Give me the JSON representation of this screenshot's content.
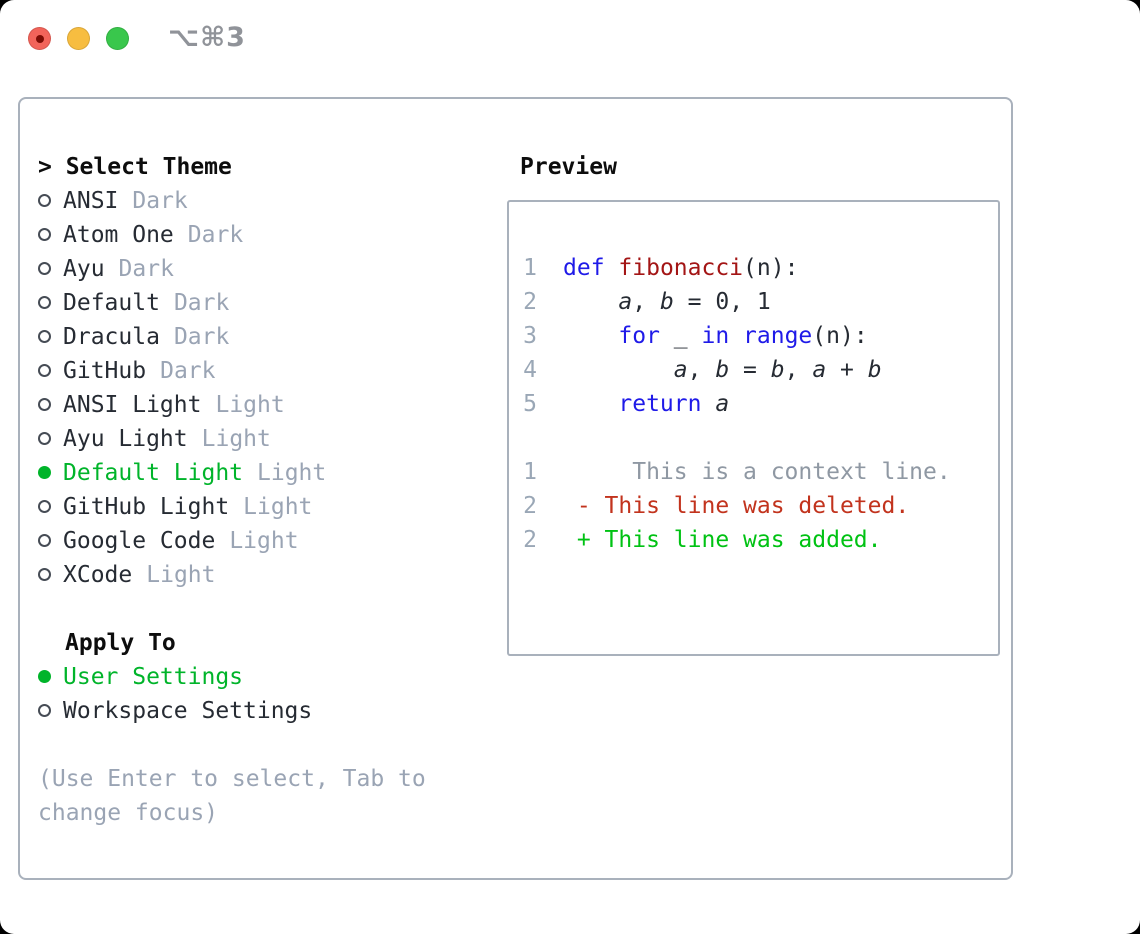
{
  "window": {
    "title": "⌥⌘3",
    "traffic_lights": [
      "close",
      "minimize",
      "zoom"
    ]
  },
  "theme_list": {
    "cursor": "> ",
    "header": "Select Theme",
    "items": [
      {
        "name": "ANSI",
        "tag": "Dark",
        "selected": false
      },
      {
        "name": "Atom One",
        "tag": "Dark",
        "selected": false
      },
      {
        "name": "Ayu",
        "tag": "Dark",
        "selected": false
      },
      {
        "name": "Default",
        "tag": "Dark",
        "selected": false
      },
      {
        "name": "Dracula",
        "tag": "Dark",
        "selected": false
      },
      {
        "name": "GitHub",
        "tag": "Dark",
        "selected": false
      },
      {
        "name": "ANSI Light",
        "tag": "Light",
        "selected": false
      },
      {
        "name": "Ayu Light",
        "tag": "Light",
        "selected": false
      },
      {
        "name": "Default Light",
        "tag": "Light",
        "selected": true
      },
      {
        "name": "GitHub Light",
        "tag": "Light",
        "selected": false
      },
      {
        "name": "Google Code",
        "tag": "Light",
        "selected": false
      },
      {
        "name": "XCode",
        "tag": "Light",
        "selected": false
      }
    ]
  },
  "apply_to": {
    "header": "Apply To",
    "items": [
      {
        "name": "User Settings",
        "selected": true
      },
      {
        "name": "Workspace Settings",
        "selected": false
      }
    ]
  },
  "hint": "(Use Enter to select, Tab to change focus)",
  "preview": {
    "header": "Preview",
    "code_lines": [
      {
        "num": "1",
        "segments": [
          {
            "text": "def",
            "style": "keyword"
          },
          {
            "text": " ",
            "style": "plain"
          },
          {
            "text": "fibonacci",
            "style": "function"
          },
          {
            "text": "(n):",
            "style": "plain"
          }
        ]
      },
      {
        "num": "2",
        "segments": [
          {
            "text": "    ",
            "style": "plain"
          },
          {
            "text": "a",
            "style": "variable"
          },
          {
            "text": ", ",
            "style": "plain"
          },
          {
            "text": "b",
            "style": "variable"
          },
          {
            "text": " = 0, 1",
            "style": "plain"
          }
        ]
      },
      {
        "num": "3",
        "segments": [
          {
            "text": "    ",
            "style": "plain"
          },
          {
            "text": "for",
            "style": "keyword"
          },
          {
            "text": " _ ",
            "style": "plain"
          },
          {
            "text": "in",
            "style": "keyword"
          },
          {
            "text": " ",
            "style": "plain"
          },
          {
            "text": "range",
            "style": "keyword"
          },
          {
            "text": "(n):",
            "style": "plain"
          }
        ]
      },
      {
        "num": "4",
        "segments": [
          {
            "text": "        ",
            "style": "plain"
          },
          {
            "text": "a",
            "style": "variable"
          },
          {
            "text": ", ",
            "style": "plain"
          },
          {
            "text": "b",
            "style": "variable"
          },
          {
            "text": " = ",
            "style": "plain"
          },
          {
            "text": "b",
            "style": "variable"
          },
          {
            "text": ", ",
            "style": "plain"
          },
          {
            "text": "a",
            "style": "variable"
          },
          {
            "text": " + ",
            "style": "plain"
          },
          {
            "text": "b",
            "style": "variable"
          }
        ]
      },
      {
        "num": "5",
        "segments": [
          {
            "text": "    ",
            "style": "plain"
          },
          {
            "text": "return",
            "style": "keyword"
          },
          {
            "text": " ",
            "style": "plain"
          },
          {
            "text": "a",
            "style": "variable"
          }
        ]
      }
    ],
    "diff_lines": [
      {
        "num": "1",
        "text": "     This is a context line.",
        "type": "context"
      },
      {
        "num": "2",
        "text": " - This line was deleted.",
        "type": "deleted"
      },
      {
        "num": "2",
        "text": " + This line was added.",
        "type": "added"
      }
    ]
  },
  "colors": {
    "traffic_red": "#F2645A",
    "traffic_red_dot": "#7D0D05",
    "traffic_yellow": "#F7BD40",
    "traffic_green": "#39C74C",
    "title": "#909399",
    "border": "#A9B1BC",
    "heading": "#0D0D0D",
    "text": "#262B33",
    "muted": "#9AA4B4",
    "circle": "#464C55",
    "selected_green": "#00B42A",
    "line_number": "#9AA7B6",
    "keyword": "#1F1AE8",
    "function": "#A31515",
    "diff_context": "#8F98A3",
    "diff_deleted": "#C2331D",
    "diff_added": "#00C213"
  }
}
